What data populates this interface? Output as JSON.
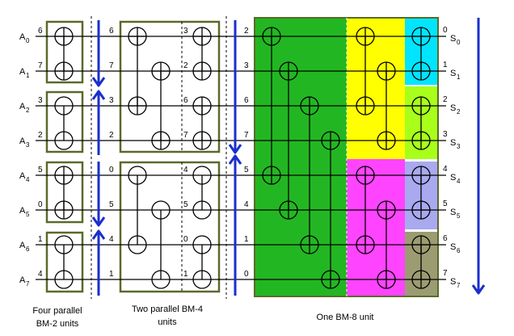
{
  "inputs": [
    {
      "name": "A",
      "sub": "0"
    },
    {
      "name": "A",
      "sub": "1"
    },
    {
      "name": "A",
      "sub": "2"
    },
    {
      "name": "A",
      "sub": "3"
    },
    {
      "name": "A",
      "sub": "4"
    },
    {
      "name": "A",
      "sub": "5"
    },
    {
      "name": "A",
      "sub": "6"
    },
    {
      "name": "A",
      "sub": "7"
    }
  ],
  "outputs": [
    {
      "name": "S",
      "sub": "0"
    },
    {
      "name": "S",
      "sub": "1"
    },
    {
      "name": "S",
      "sub": "2"
    },
    {
      "name": "S",
      "sub": "3"
    },
    {
      "name": "S",
      "sub": "4"
    },
    {
      "name": "S",
      "sub": "5"
    },
    {
      "name": "S",
      "sub": "6"
    },
    {
      "name": "S",
      "sub": "7"
    }
  ],
  "stage_values": {
    "input": [
      "6",
      "7",
      "3",
      "2",
      "5",
      "0",
      "1",
      "4"
    ],
    "after_bm2": [
      "6",
      "7",
      "3",
      "2",
      "0",
      "5",
      "4",
      "1"
    ],
    "bm4_mid": [
      "3",
      "2",
      "6",
      "7",
      "4",
      "5",
      "0",
      "1"
    ],
    "after_bm4": [
      "2",
      "3",
      "6",
      "7",
      "5",
      "4",
      "1",
      "0"
    ],
    "output": [
      "0",
      "1",
      "2",
      "3",
      "4",
      "5",
      "6",
      "7"
    ]
  },
  "captions": {
    "bm2_line1": "Four parallel",
    "bm2_line2": "BM-2 units",
    "bm4_line1": "Two parallel BM-4",
    "bm4_line2": "units",
    "bm8": "One BM-8 unit"
  },
  "colors": {
    "box_border": "#5a6a2a",
    "arrow": "#1a2fcc",
    "bm8_green": "#22b722",
    "yellow": "#ffff00",
    "magenta": "#ff44ff",
    "cyan": "#00e5ff",
    "lime": "#a8ff1a",
    "lavender": "#a9a9f0",
    "khaki": "#9c9c72"
  }
}
